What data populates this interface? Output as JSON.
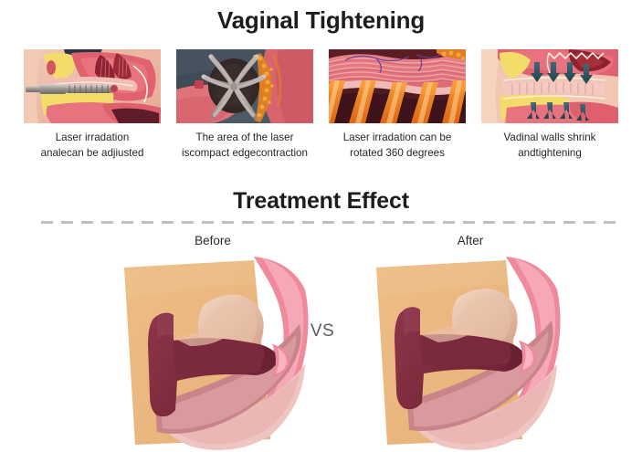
{
  "main_title": "Vaginal Tightening",
  "effect_title": "Treatment Effect",
  "steps": [
    {
      "icon": "anatomy-probe-insertion-image",
      "caption_line1": "Laser irradation",
      "caption_line2": "analecan be adjiusted"
    },
    {
      "icon": "endoscopic-star-applicator-image",
      "caption_line1": "The area of the laser",
      "caption_line2": "iscompact edgecontraction"
    },
    {
      "icon": "mucosa-laser-beams-image",
      "caption_line1": "Laser irradation can be",
      "caption_line2": "rotated 360 degrees"
    },
    {
      "icon": "wall-shrink-arrows-image",
      "caption_line1": "Vadinal walls shrink",
      "caption_line2": "andtightening"
    }
  ],
  "comparison": {
    "before_label": "Before",
    "after_label": "After",
    "vs_label": "VS",
    "before_image": "anatomy-before-illustration",
    "after_image": "anatomy-after-illustration"
  },
  "divider": {
    "style": "dashed",
    "color": "#bfbfbf"
  },
  "colors": {
    "title_text": "#1d1d1d",
    "caption_text": "#262626",
    "vs_text": "#5c5c5c",
    "divider": "#bfbfbf",
    "tissue_pink": "#e8737e",
    "tissue_salmon": "#ef9a8e",
    "fat_yellow": "#f5de6a",
    "canal_maroon": "#7e2b3c",
    "skin_tan": "#e9b680",
    "laser_orange": "#f07c1a",
    "arrow_teal": "#2d5463",
    "device_gray": "#a8a3a0",
    "background": "#ffffff"
  }
}
